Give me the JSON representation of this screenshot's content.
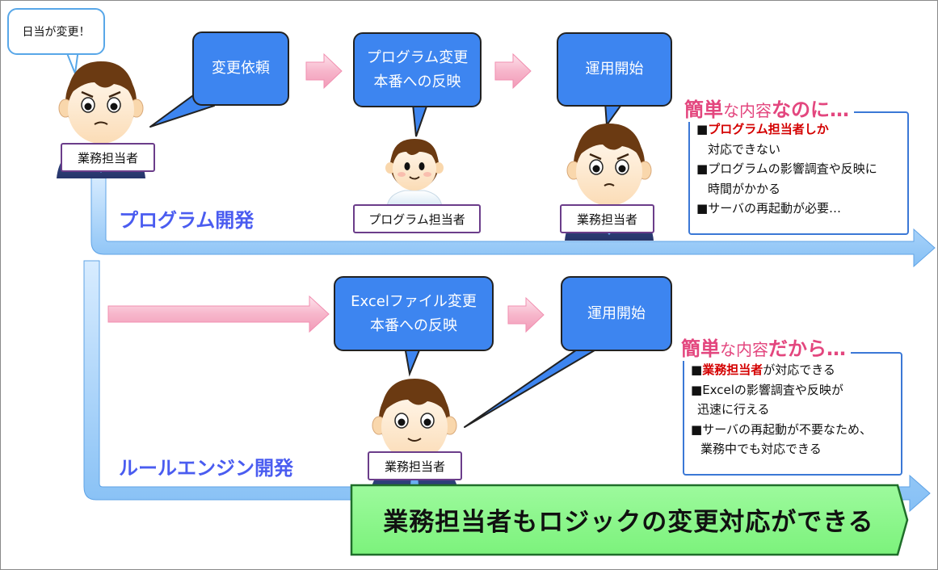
{
  "speech_bubble": "日当が変更！",
  "top_flow": {
    "change_request": "変更依頼",
    "program_change_line1": "プログラム変更",
    "program_change_line2": "本番への反映",
    "start_operation": "運用開始",
    "role_business_1": "業務担当者",
    "role_programmer": "プログラム担当者",
    "role_business_2": "業務担当者",
    "track_label": "プログラム開発"
  },
  "top_note": {
    "title_a": "簡単",
    "title_b": "な内容",
    "title_c": "なのに…",
    "items": [
      {
        "bullet": "■",
        "red": "プログラム担当者しか",
        "line1_rest": "",
        "line2": "対応できない"
      },
      {
        "bullet": "■",
        "red": "",
        "line1_rest": "プログラムの影響調査や反映に",
        "line2": "時間がかかる"
      },
      {
        "bullet": "■",
        "red": "",
        "line1_rest": "サーバの再起動が必要…",
        "line2": ""
      }
    ]
  },
  "bottom_flow": {
    "excel_change_line1": "Excelファイル変更",
    "excel_change_line2": "本番への反映",
    "start_operation": "運用開始",
    "role_business": "業務担当者",
    "track_label": "ルールエンジン開発"
  },
  "bottom_note": {
    "title_a": "簡単",
    "title_b": "な内容",
    "title_c": "だから…",
    "items": [
      {
        "bullet": "■",
        "red": "業務担当者",
        "line1_rest": "が対応できる",
        "line2": ""
      },
      {
        "bullet": "■",
        "red": "",
        "line1_rest": "Excelの影響調査や反映が",
        "line2": "迅速に行える"
      },
      {
        "bullet": "■",
        "red": "",
        "line1_rest": "サーバの再起動が不要なため、",
        "line2": "業務中でも対応できる"
      }
    ]
  },
  "banner": "業務担当者もロジックの変更対応ができる",
  "colors": {
    "box_blue": "#3d85f0",
    "track_label": "#4a5cf0",
    "title_pink": "#e3467e",
    "emphasis_red": "#d40000",
    "banner_green": "#8cf98c",
    "note_border": "#3b78d6"
  },
  "icons": [
    "pink-arrow-icon",
    "blue-track-arrow-icon",
    "person-icon"
  ]
}
